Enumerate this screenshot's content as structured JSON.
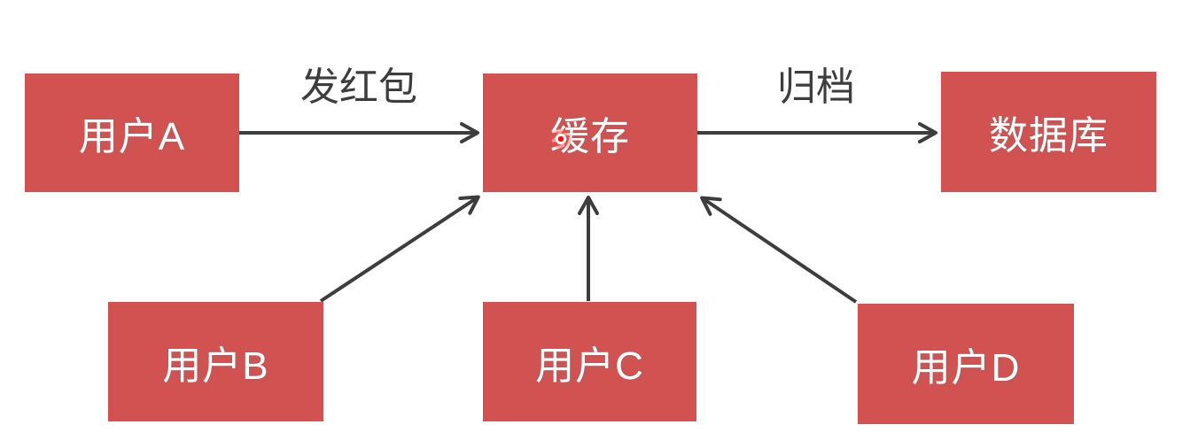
{
  "diagram": {
    "nodes": {
      "user_a": {
        "label": "用户A"
      },
      "cache": {
        "label": "缓存"
      },
      "database": {
        "label": "数据库"
      },
      "user_b": {
        "label": "用户B"
      },
      "user_c": {
        "label": "用户C"
      },
      "user_d": {
        "label": "用户D"
      }
    },
    "edges": [
      {
        "from": "用户A",
        "to": "缓存",
        "label": "发红包"
      },
      {
        "from": "缓存",
        "to": "数据库",
        "label": "归档"
      },
      {
        "from": "用户B",
        "to": "缓存",
        "label": ""
      },
      {
        "from": "用户C",
        "to": "缓存",
        "label": ""
      },
      {
        "from": "用户D",
        "to": "缓存",
        "label": ""
      }
    ],
    "colors": {
      "node_fill": "#d25252",
      "node_text": "#ffffff",
      "arrow": "#3d3d3d",
      "edge_label_text": "#3d3d3d",
      "pointer_dot": "#ff0a0a",
      "background": "#ffffff"
    }
  }
}
